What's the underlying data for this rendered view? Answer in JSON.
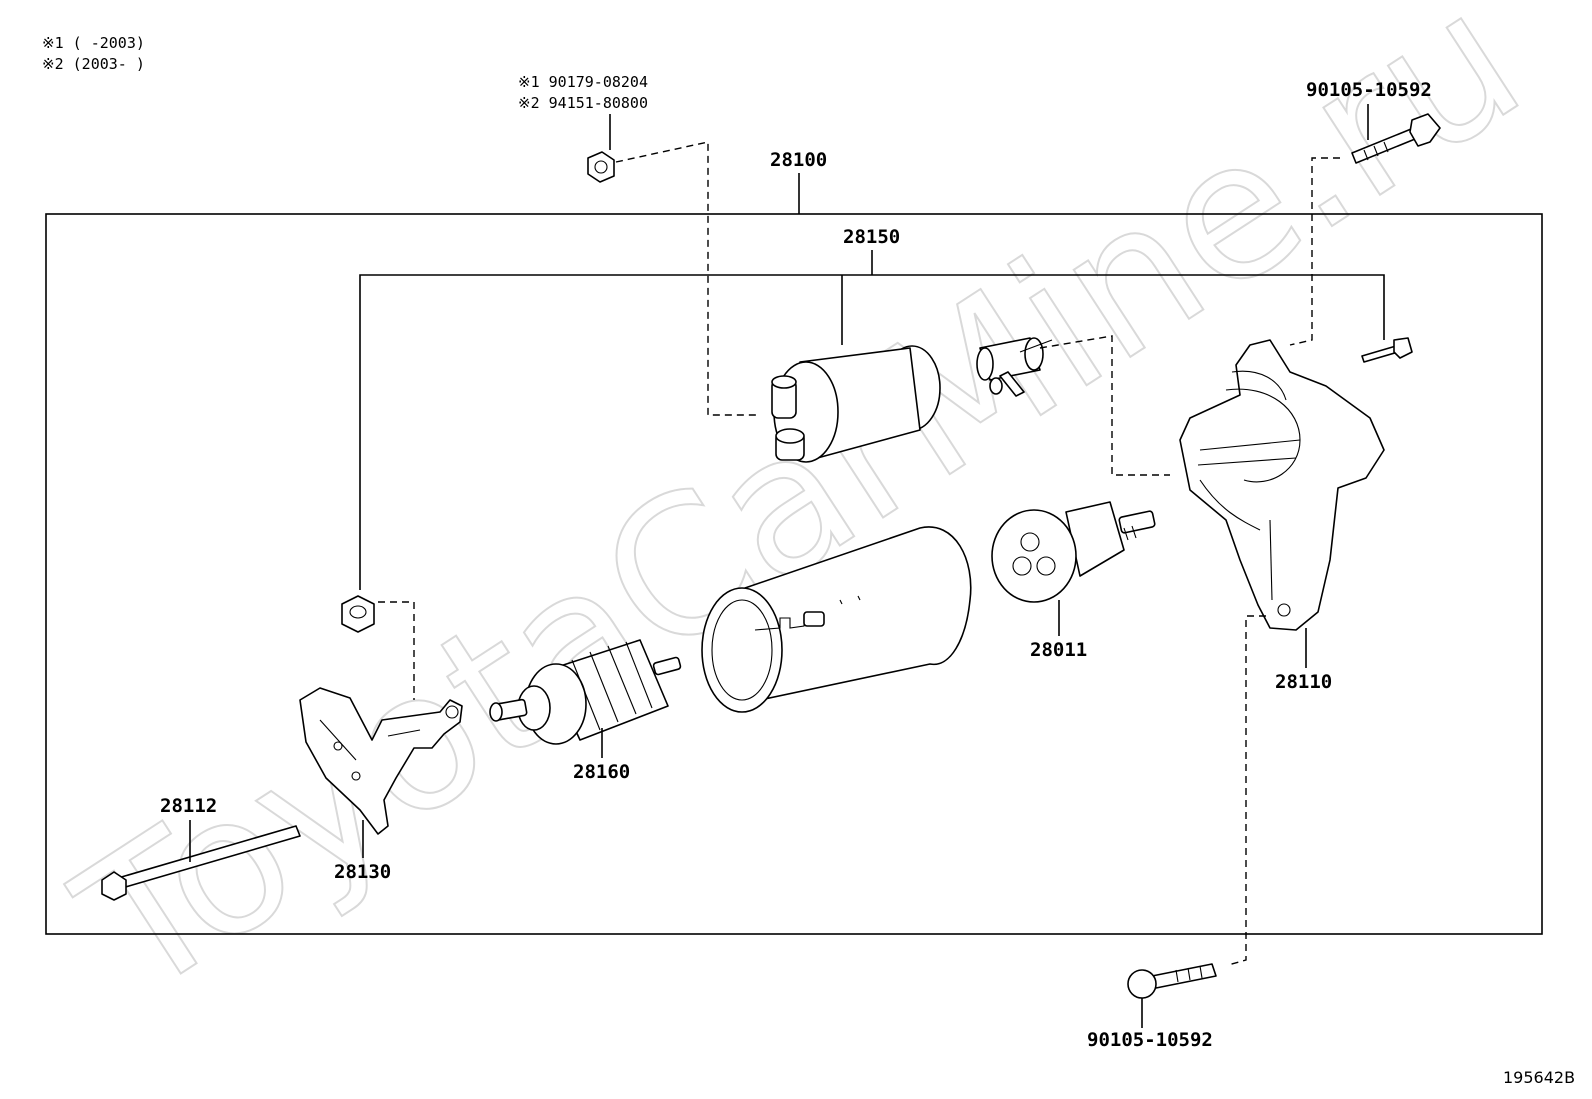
{
  "notes": {
    "note1": "※1 (    -2003)",
    "note2": "※2 (2003-    )"
  },
  "nut_callout": {
    "line1": "※1 90179-08204",
    "line2": "※2 94151-80800"
  },
  "labels": {
    "assembly": "28100",
    "switch_assy": "28150",
    "clutch": "28011",
    "housing": "28110",
    "armature": "28160",
    "brush_holder": "28130",
    "through_bolt": "28112",
    "bolt_top": "90105-10592",
    "bolt_bottom": "90105-10592"
  },
  "watermark": "ToyotaCarMine.ru",
  "doc_id": "195642B"
}
